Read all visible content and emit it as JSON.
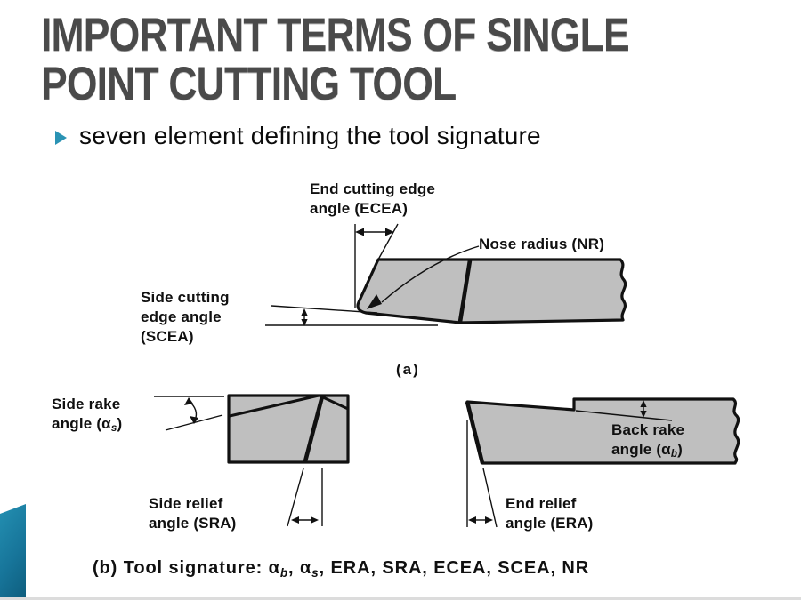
{
  "slide": {
    "title_line1": "IMPORTANT TERMS OF SINGLE",
    "title_line2": "POINT CUTTING TOOL",
    "bullet": "seven element defining the tool signature"
  },
  "figure": {
    "top_view": {
      "ecea_line1": "End cutting edge",
      "ecea_line2": "angle (ECEA)",
      "nose_radius": "Nose radius (NR)",
      "scea_line1": "Side cutting",
      "scea_line2": "edge angle",
      "scea_line3": "(SCEA)",
      "sublabel": "(a)"
    },
    "side_view_left": {
      "side_rake_line1": "Side rake",
      "side_rake_line2_pre": "angle (α",
      "side_rake_sub": "s",
      "side_rake_line2_post": ")",
      "side_relief_line1": "Side relief",
      "side_relief_line2": "angle (SRA)"
    },
    "side_view_right": {
      "back_rake_line1": "Back rake",
      "back_rake_line2_pre": "angle (α",
      "back_rake_sub": "b",
      "back_rake_line2_post": ")",
      "end_relief_line1": "End relief",
      "end_relief_line2": "angle (ERA)"
    },
    "caption": {
      "pre": "(b) Tool signature: α",
      "sub1": "b",
      "mid": ", α",
      "sub2": "s",
      "post": ", ERA, SRA, ECEA, SCEA, NR"
    }
  },
  "theme": {
    "accent_teal": "#2a93b4",
    "title_color": "#4a4a4a",
    "tool_fill": "#bfbfbf",
    "line_color": "#111111"
  }
}
